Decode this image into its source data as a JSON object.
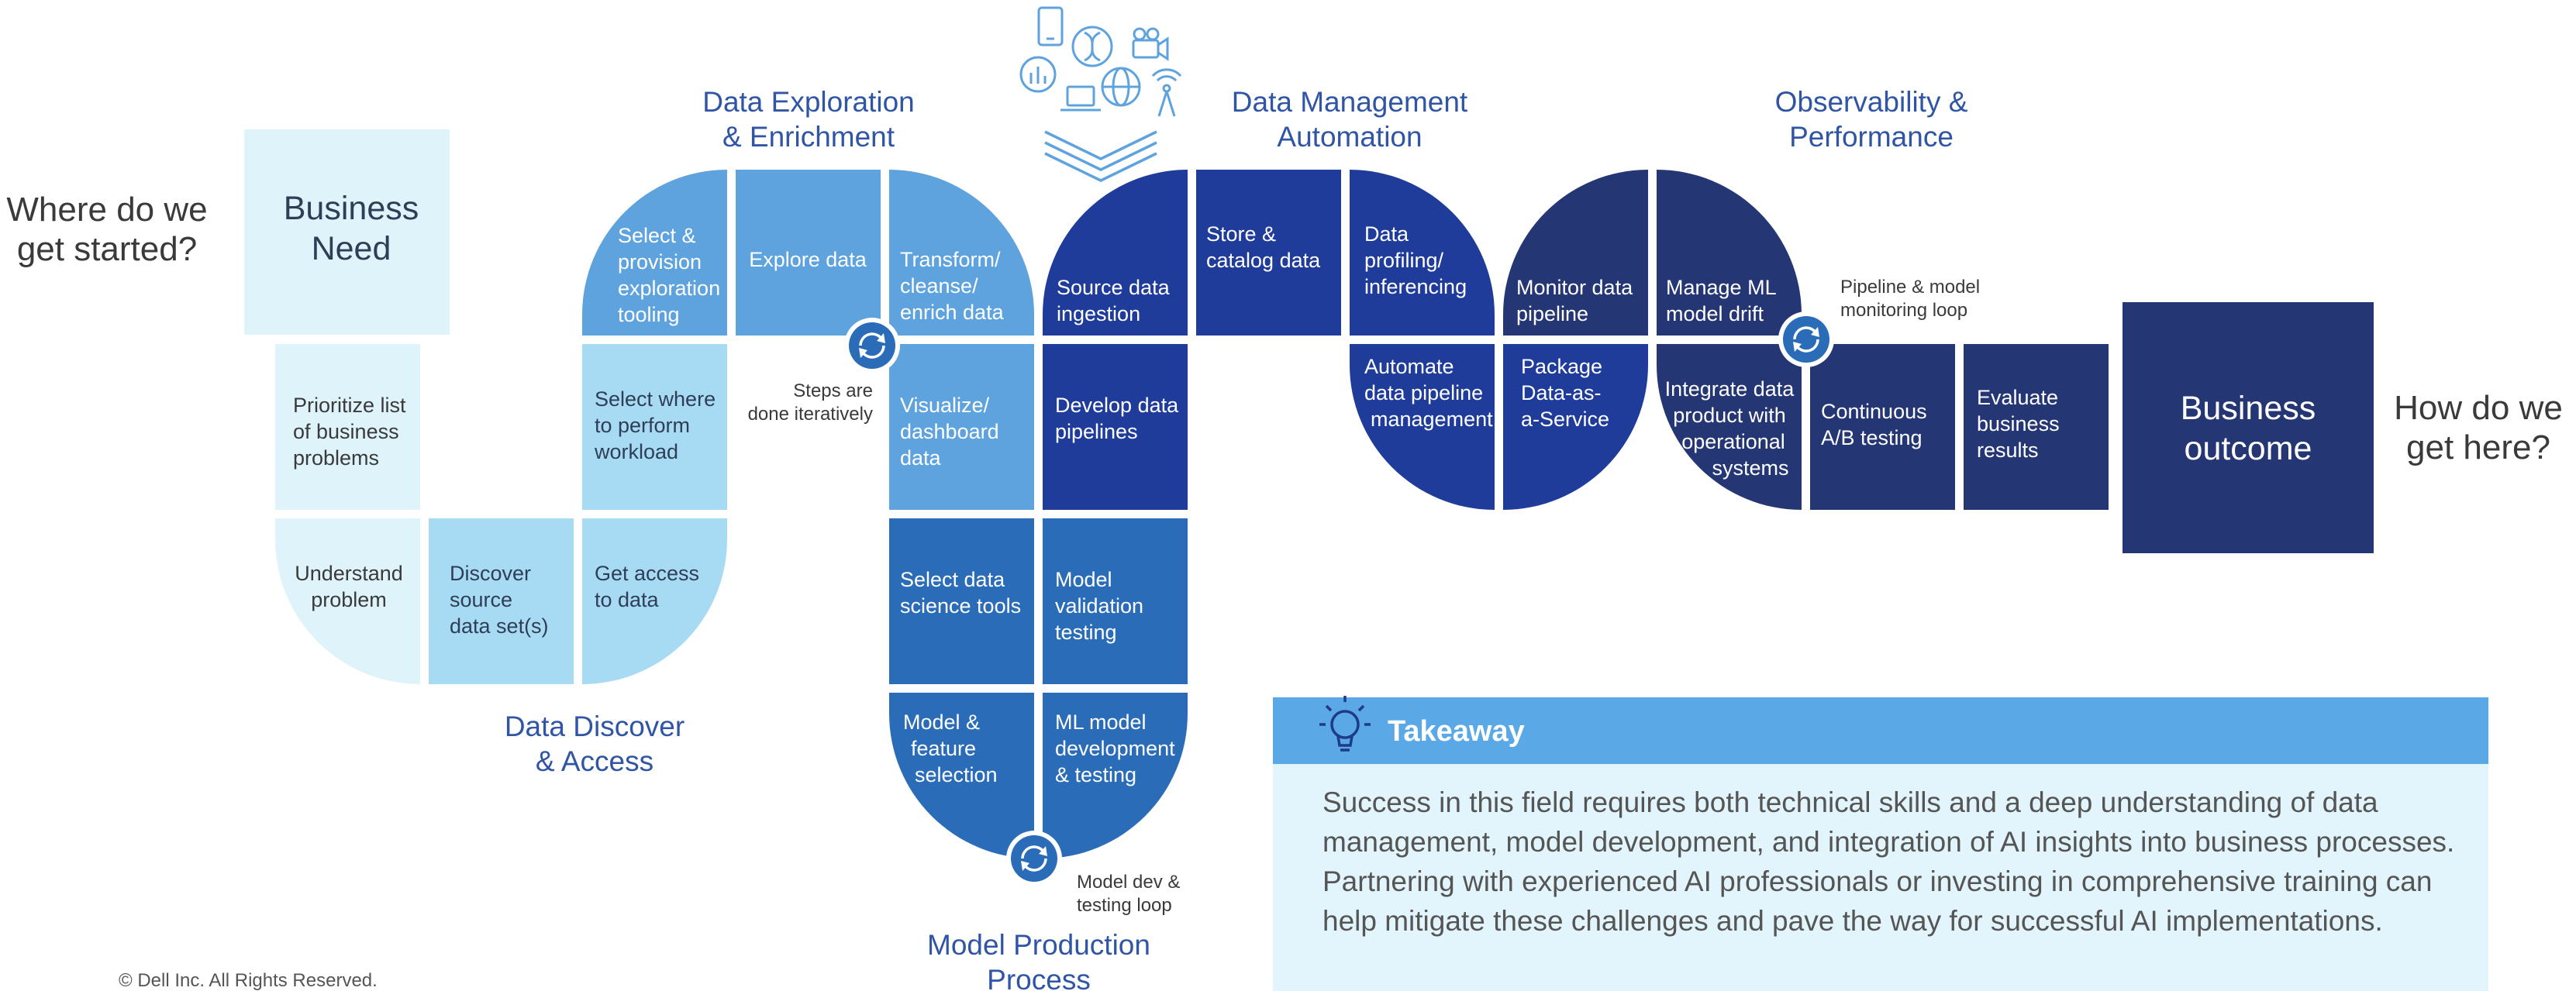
{
  "questions": {
    "start_line1": "Where do we",
    "start_line2": "get started?",
    "end_line1": "How do we",
    "end_line2": "get here?"
  },
  "section_titles": {
    "exploration": [
      "Data Exploration",
      "& Enrichment"
    ],
    "management": [
      "Data Management",
      "Automation"
    ],
    "observability": [
      "Observability &",
      "Performance"
    ],
    "discover": [
      "Data Discover",
      "& Access"
    ],
    "production": [
      "Model Production",
      "Process"
    ]
  },
  "tiles": {
    "business_need": [
      "Business",
      "Need"
    ],
    "prioritize": [
      "Prioritize list",
      "of business",
      "problems"
    ],
    "understand": [
      "Understand",
      "problem"
    ],
    "discover_source": [
      "Discover",
      "source",
      "data set(s)"
    ],
    "get_access": [
      "Get access",
      "to data"
    ],
    "select_where": [
      "Select where",
      "to perform",
      "workload"
    ],
    "select_provision": [
      "Select &",
      "provision",
      "exploration",
      "tooling"
    ],
    "explore": [
      "Explore data"
    ],
    "transform": [
      "Transform/",
      "cleanse/",
      "enrich data"
    ],
    "visualize": [
      "Visualize/",
      "dashboard",
      "data"
    ],
    "select_ds_tools": [
      "Select data",
      "science tools"
    ],
    "model_feature": [
      "Model &",
      "feature",
      "selection"
    ],
    "ml_model_dev": [
      "ML model",
      "development",
      "& testing"
    ],
    "model_validation": [
      "Model",
      "validation",
      "testing"
    ],
    "develop_pipelines": [
      "Develop data",
      "pipelines"
    ],
    "source_ingestion": [
      "Source data",
      "ingestion"
    ],
    "store_catalog": [
      "Store &",
      "catalog data"
    ],
    "profiling": [
      "Data",
      "profiling/",
      "inferencing"
    ],
    "automate_pipeline": [
      "Automate",
      "data pipeline",
      "management"
    ],
    "package_daas": [
      "Package",
      "Data-as-",
      "a-Service"
    ],
    "monitor_pipeline": [
      "Monitor data",
      "pipeline"
    ],
    "manage_drift": [
      "Manage ML",
      "model drift"
    ],
    "integrate_product": [
      "Integrate data",
      "product with",
      "operational",
      "systems"
    ],
    "ab_testing": [
      "Continuous",
      "A/B testing"
    ],
    "evaluate": [
      "Evaluate",
      "business",
      "results"
    ],
    "business_outcome": [
      "Business",
      "outcome"
    ]
  },
  "loop_notes": {
    "steps_iterative": [
      "Steps are",
      "done iteratively"
    ],
    "pipeline_monitoring": [
      "Pipeline & model",
      "monitoring loop"
    ],
    "model_dev_loop": [
      "Model dev &",
      "testing loop"
    ]
  },
  "takeaway": {
    "title": "Takeaway",
    "body": "Success in this field requires both technical skills and a deep understanding of data management, model development, and integration of AI insights into business processes. Partnering with experienced AI professionals or investing in comprehensive training can help mitigate these challenges and pave the way for successful AI implementations."
  },
  "footer": {
    "copyright": "© Dell Inc. All Rights Reserved."
  },
  "colors": {
    "title_blue": "#2f55a4",
    "pale": "#dff3fb",
    "light": "#a7dbf4",
    "sky": "#5ea3dd",
    "mid": "#2a6cb7",
    "dark": "#203c9b",
    "navy": "#253674",
    "takeaway_header": "#5aa8e5",
    "takeaway_body_bg": "#e2f4fc"
  },
  "icons": [
    "smartphone-icon",
    "dna-icon",
    "video-camera-icon",
    "bar-chart-icon",
    "laptop-icon",
    "globe-icon",
    "antenna-icon",
    "lightbulb-icon",
    "loop-arrows-icon"
  ]
}
